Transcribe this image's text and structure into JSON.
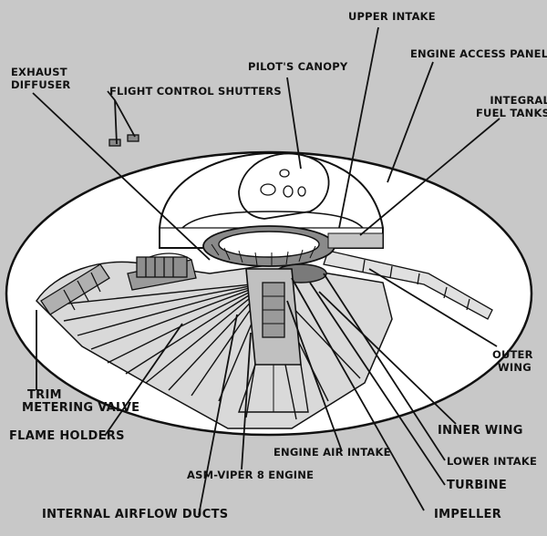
{
  "labels": {
    "upper_intake": "UPPER INTAKE",
    "engine_access_panel": "ENGINE ACCESS PANEL",
    "exhaust_diffuser_1": "EXHAUST",
    "exhaust_diffuser_2": "DIFFUSER",
    "pilots_canopy": "PILOT'S CANOPY",
    "flight_control_shutters": "FLIGHT CONTROL SHUTTERS",
    "integral_fuel_tanks_1": "INTEGRAL",
    "integral_fuel_tanks_2": "FUEL TANKS",
    "outer_wing_1": "OUTER",
    "outer_wing_2": "WING",
    "trim_metering_valve_1": "TRIM",
    "trim_metering_valve_2": "METERING VALVE",
    "flame_holders": "FLAME HOLDERS",
    "inner_wing": "INNER WING",
    "engine_air_intake": "ENGINE AIR INTAKE",
    "lower_intake": "LOWER INTAKE",
    "asm_viper_engine": "ASM-VIPER 8 ENGINE",
    "turbine": "TURBINE",
    "internal_airflow_ducts": "INTERNAL AIRFLOW DUCTS",
    "impeller": "IMPELLER"
  },
  "colors": {
    "background": "#c8c8c8",
    "hull": "#ffffff",
    "ink": "#111111",
    "shade": "#9a9a9a"
  }
}
